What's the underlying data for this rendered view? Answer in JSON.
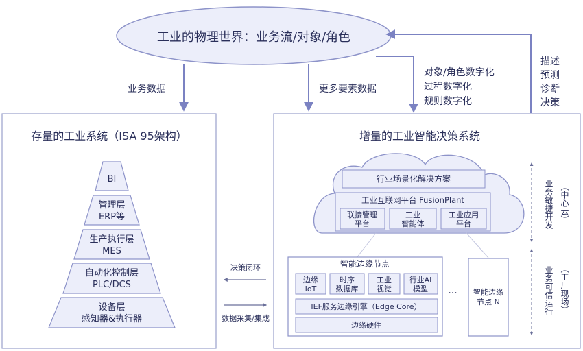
{
  "top_ellipse": {
    "label": "工业的物理世界：业务流/对象/角色"
  },
  "arrows": {
    "business_data": "业务数据",
    "more_elements_data": "更多要素数据",
    "digitization": [
      "对象/角色数字化",
      "过程数字化",
      "规则数字化"
    ],
    "feedback": [
      "描述",
      "预测",
      "诊断",
      "决策"
    ],
    "decision_loop": "决策闭环",
    "data_collection": "数据采集/集成"
  },
  "left_panel": {
    "title": "存量的工业系统（ISA 95架构）",
    "layers": [
      [
        "BI"
      ],
      [
        "管理层",
        "ERP等"
      ],
      [
        "生产执行层",
        "MES"
      ],
      [
        "自动化控制层",
        "PLC/DCS"
      ],
      [
        "设备层",
        "感知器&执行器"
      ]
    ]
  },
  "right_panel": {
    "title": "增量的工业智能决策系统",
    "cloud": {
      "scenario": "行业场景化解决方案",
      "platform": "工业互联网平台 FusionPlant",
      "modules": [
        [
          "联接管理",
          "平台"
        ],
        [
          "工业",
          "智能体"
        ],
        [
          "工业应用",
          "平台"
        ]
      ]
    },
    "edge": {
      "title": "智能边缘节点",
      "modules": [
        [
          "边缘",
          "IoT"
        ],
        [
          "时序",
          "数据库"
        ],
        [
          "工业",
          "视觉"
        ],
        [
          "行业AI",
          "模型"
        ]
      ],
      "engine": "IEF服务边缘引擎（Edge Core）",
      "hardware": "边缘硬件",
      "ellipsis": "···",
      "node_n": [
        "智能边缘",
        "节点 N"
      ]
    },
    "side_labels": {
      "cloud_tag": "（中心云）",
      "cloud_text": "业务敏捷开发",
      "edge_tag": "（工厂现场）",
      "edge_text": "业务可信运行"
    }
  },
  "colors": {
    "stroke": "#8d93c9",
    "fill": "#eceefa",
    "arrow": "#7b82c2",
    "text": "#2a2f5a"
  }
}
